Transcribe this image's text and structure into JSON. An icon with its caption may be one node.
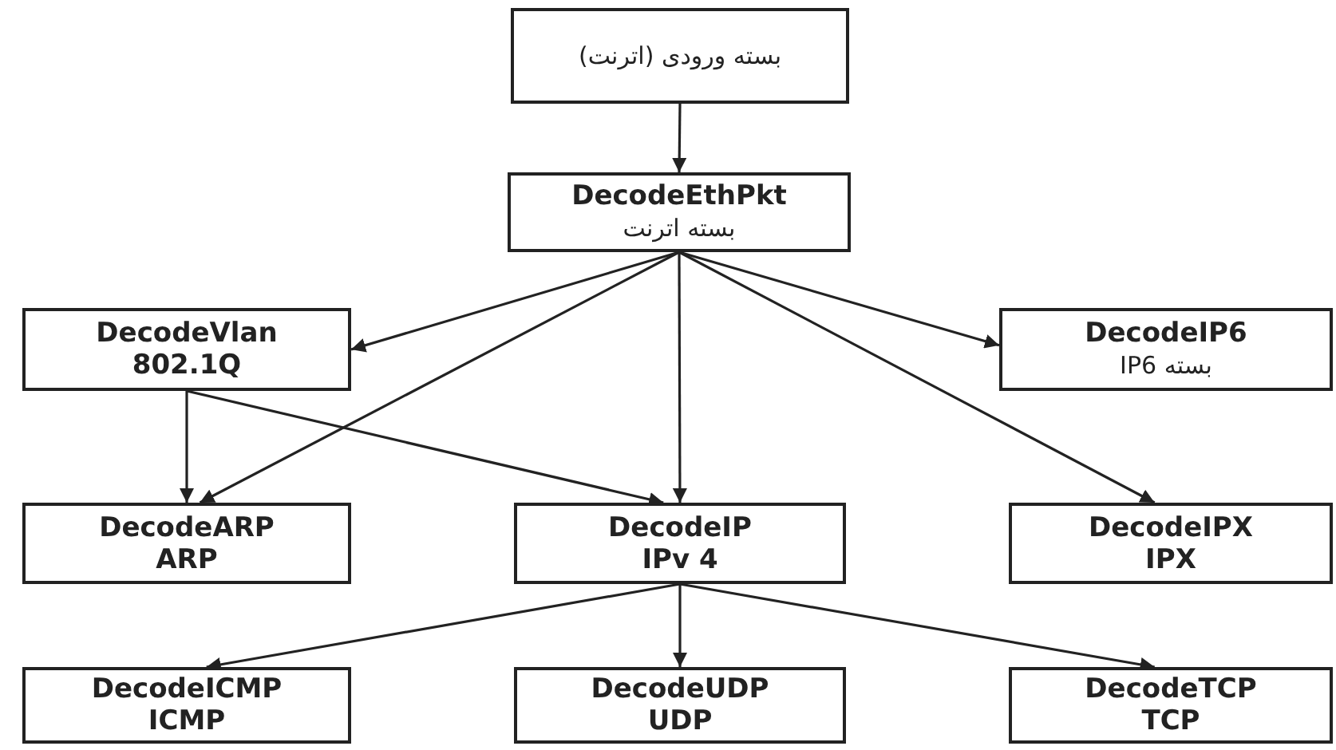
{
  "diagram": {
    "nodes": [
      {
        "text": [
          "بسته ورودی (اترنت)"
        ]
      },
      {
        "text": [
          "DecodeEthPkt",
          "بسته اترنت"
        ]
      },
      {
        "text": [
          "DecodeVlan",
          "802.1Q"
        ]
      },
      {
        "text": [
          "DecodeIP6",
          "بسته IP6"
        ]
      },
      {
        "text": [
          "DecodeARP",
          "ARP"
        ]
      },
      {
        "text": [
          "DecodeIP",
          "IPv 4"
        ]
      },
      {
        "text": [
          "DecodeIPX",
          "IPX"
        ]
      },
      {
        "text": [
          "DecodeICMP",
          "ICMP"
        ]
      },
      {
        "text": [
          "DecodeUDP",
          "UDP"
        ]
      },
      {
        "text": [
          "DecodeTCP",
          "TCP"
        ]
      }
    ],
    "edges": [
      {
        "from": 0,
        "to": 1,
        "arrow": "to"
      },
      {
        "from": 1,
        "to": 2,
        "arrow": "to"
      },
      {
        "from": 1,
        "to": 4,
        "arrow": "to"
      },
      {
        "from": 1,
        "to": 5,
        "arrow": "to"
      },
      {
        "from": 1,
        "to": 6,
        "arrow": "to"
      },
      {
        "from": 1,
        "to": 3,
        "arrow": "to"
      },
      {
        "from": 2,
        "to": 4,
        "arrow": "to"
      },
      {
        "from": 2,
        "to": 5,
        "arrow": "to"
      },
      {
        "from": 5,
        "to": 7,
        "arrow": "to"
      },
      {
        "from": 5,
        "to": 8,
        "arrow": "to"
      },
      {
        "from": 5,
        "to": 9,
        "arrow": "to"
      }
    ]
  }
}
